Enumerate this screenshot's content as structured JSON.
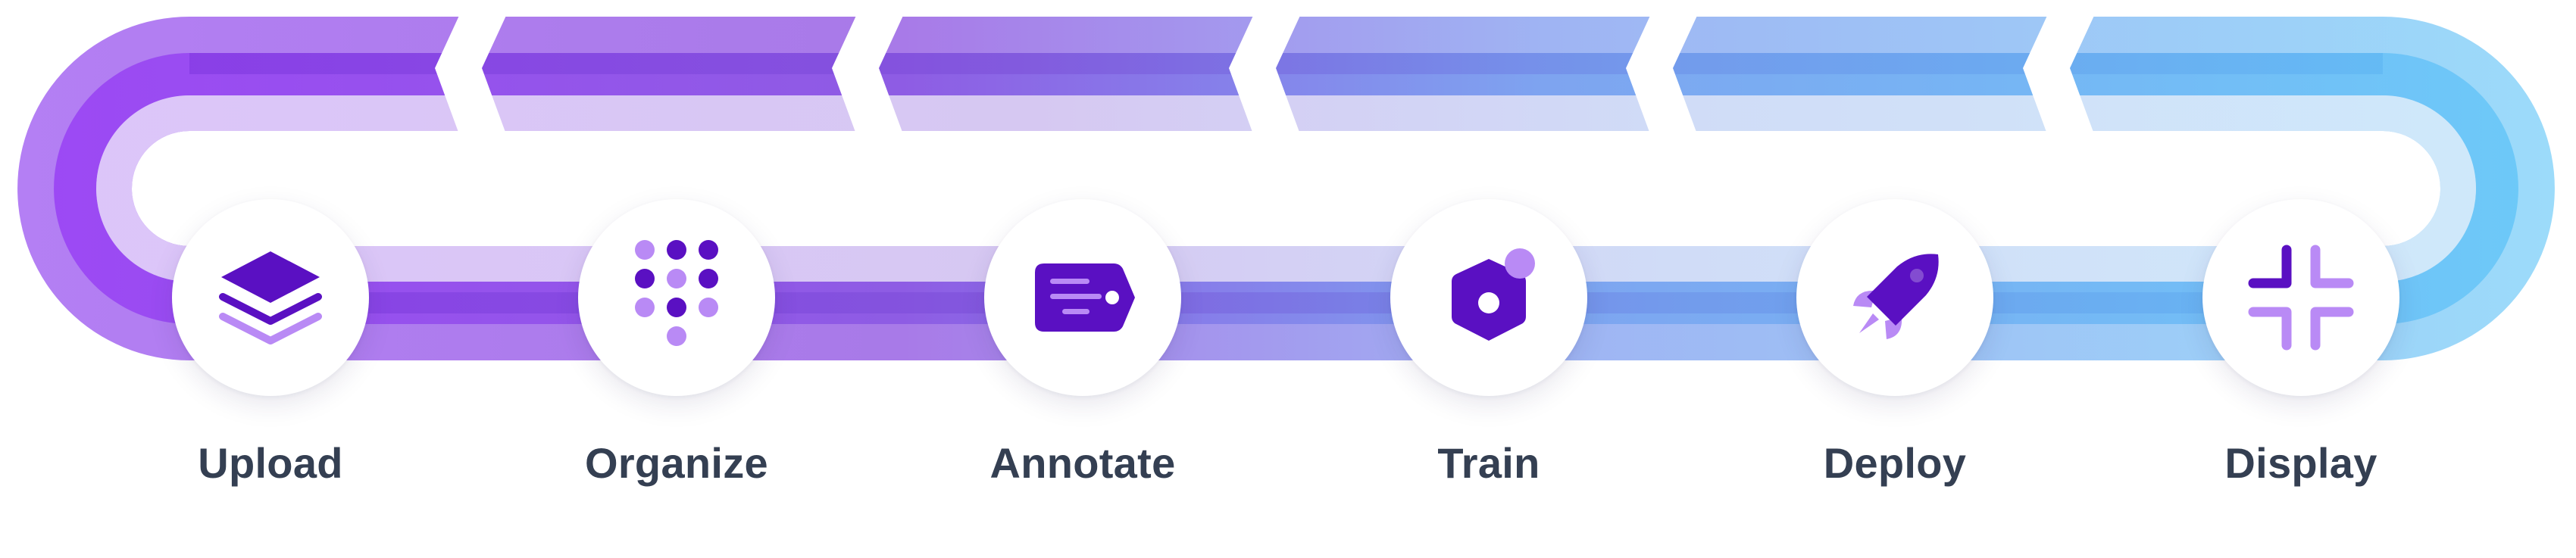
{
  "pipeline": {
    "band_colors": {
      "start_outer": "#b47ff4",
      "start_mid": "#9d48f5",
      "start_inner": "#ddc5fa",
      "start_core": "#7d2fe0",
      "end_outer": "#9cdcfa",
      "end_mid": "#6ccbf9",
      "end_inner": "#cfeafb",
      "end_core": "#58bdf5"
    },
    "icon_colors": {
      "dark": "#5a10c2",
      "light": "#b98af5"
    },
    "steps": [
      {
        "label": "Upload",
        "icon": "layers-icon"
      },
      {
        "label": "Organize",
        "icon": "dot-grid-icon"
      },
      {
        "label": "Annotate",
        "icon": "label-tag-icon"
      },
      {
        "label": "Train",
        "icon": "hexagon-node-icon"
      },
      {
        "label": "Deploy",
        "icon": "rocket-icon"
      },
      {
        "label": "Display",
        "icon": "corners-icon"
      }
    ]
  }
}
